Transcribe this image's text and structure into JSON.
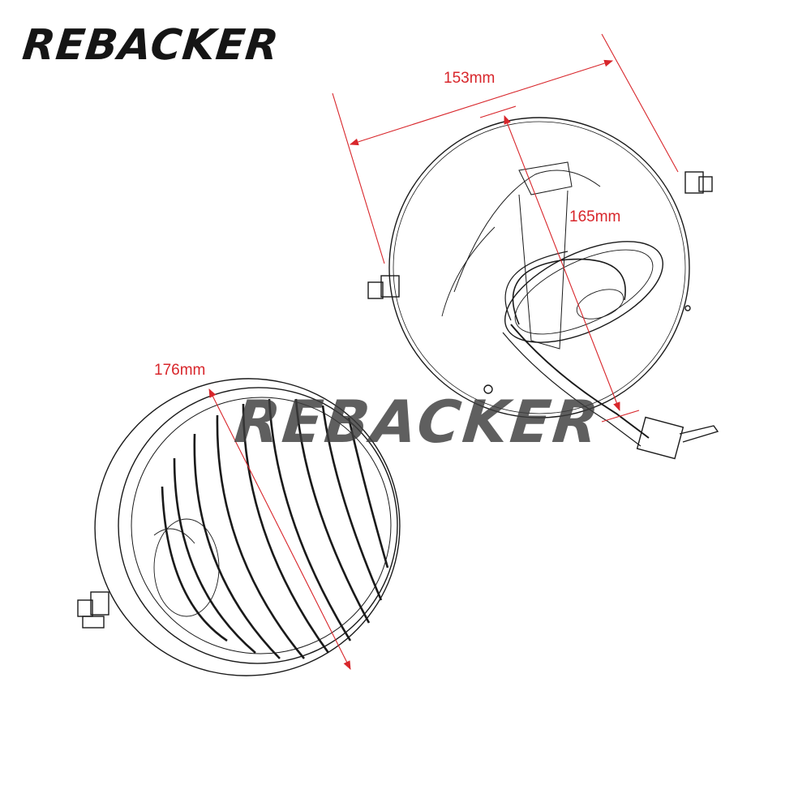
{
  "brand": {
    "logo_text": "REBACKER",
    "watermark_text": "REBACKER"
  },
  "dimensions": {
    "width": "153mm",
    "depth": "165mm",
    "diameter": "176mm"
  },
  "colors": {
    "dimension": "#d8262b",
    "line_art": "#1a1a1a"
  }
}
